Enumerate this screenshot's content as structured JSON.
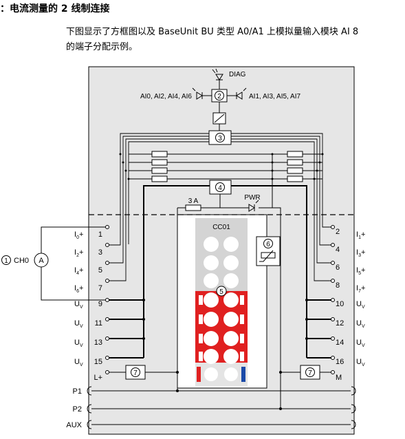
{
  "heading": "：电流测量的 2 线制连接",
  "description": {
    "line1": "下图显示了方框图以及 BaseUnit BU 类型 A0/A1 上模拟量输入模块 AI 8",
    "line2": "的端子分配示例。"
  },
  "diagram": {
    "diag_label": "DIAG",
    "group_left": "AI0, AI2, AI4, AI6",
    "group_right": "AI1, AI3, AI5, AI7",
    "fuse_label": "3 A",
    "pwr_label": "PWR",
    "base_unit_label": "CC01",
    "markers": {
      "m2": "2",
      "m3": "3",
      "m4": "4",
      "m5": "5",
      "m6": "6",
      "m7l": "7",
      "m7r": "7"
    },
    "left_terminals": {
      "t1": {
        "num": "1",
        "sig": "I",
        "sub": "0",
        "suf": "+"
      },
      "t3": {
        "num": "3",
        "sig": "I",
        "sub": "2",
        "suf": "+"
      },
      "t5": {
        "num": "5",
        "sig": "I",
        "sub": "4",
        "suf": "+"
      },
      "t7": {
        "num": "7",
        "sig": "I",
        "sub": "6",
        "suf": "+"
      },
      "t9": {
        "num": "9",
        "sig": "U",
        "sub": "V",
        "suf": ""
      },
      "t11": {
        "num": "11",
        "sig": "U",
        "sub": "V",
        "suf": ""
      },
      "t13": {
        "num": "13",
        "sig": "U",
        "sub": "V",
        "suf": ""
      },
      "t15": {
        "num": "15",
        "sig": "U",
        "sub": "V",
        "suf": ""
      }
    },
    "right_terminals": {
      "t2": {
        "num": "2",
        "sig": "I",
        "sub": "1",
        "suf": "+"
      },
      "t4": {
        "num": "4",
        "sig": "I",
        "sub": "3",
        "suf": "+"
      },
      "t6": {
        "num": "6",
        "sig": "I",
        "sub": "5",
        "suf": "+"
      },
      "t8": {
        "num": "8",
        "sig": "I",
        "sub": "7",
        "suf": "+"
      },
      "t10": {
        "num": "10",
        "sig": "U",
        "sub": "V",
        "suf": ""
      },
      "t12": {
        "num": "12",
        "sig": "U",
        "sub": "V",
        "suf": ""
      },
      "t14": {
        "num": "14",
        "sig": "U",
        "sub": "V",
        "suf": ""
      },
      "t16": {
        "num": "16",
        "sig": "U",
        "sub": "V",
        "suf": ""
      }
    },
    "supply_left": "L+",
    "supply_right": "M",
    "bus": {
      "p1": "P1",
      "p2": "P2",
      "aux": "AUX"
    },
    "sensor": {
      "marker": "1",
      "channel": "CH0",
      "meter": "A"
    },
    "colors": {
      "terminal_red": "#e02020",
      "base_grey": "#d4d4d4",
      "frame_fill": "#e6e6e6",
      "blue": "#1a4aa8"
    }
  }
}
